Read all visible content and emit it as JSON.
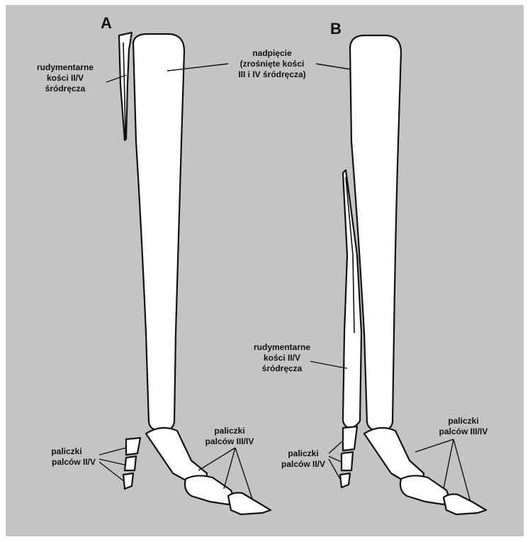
{
  "panels": {
    "a": {
      "letter": "A",
      "label_rudimentary": [
        "rudymentarne",
        "kości II/V",
        "śródręcza"
      ],
      "label_phalanges_side": [
        "paliczki",
        "palców II/V"
      ]
    },
    "b": {
      "letter": "B",
      "label_rudimentary": [
        "rudymentarne",
        "kości II/V",
        "śródręcza"
      ],
      "label_phalanges_side": [
        "paliczki",
        "palców II/V"
      ]
    }
  },
  "shared": {
    "label_cannon": [
      "nadpięcie",
      "(zrośnięte kości",
      "III i IV śródręcza)"
    ],
    "label_phalanges_main": [
      "paliczki",
      "palców III/IV"
    ]
  }
}
